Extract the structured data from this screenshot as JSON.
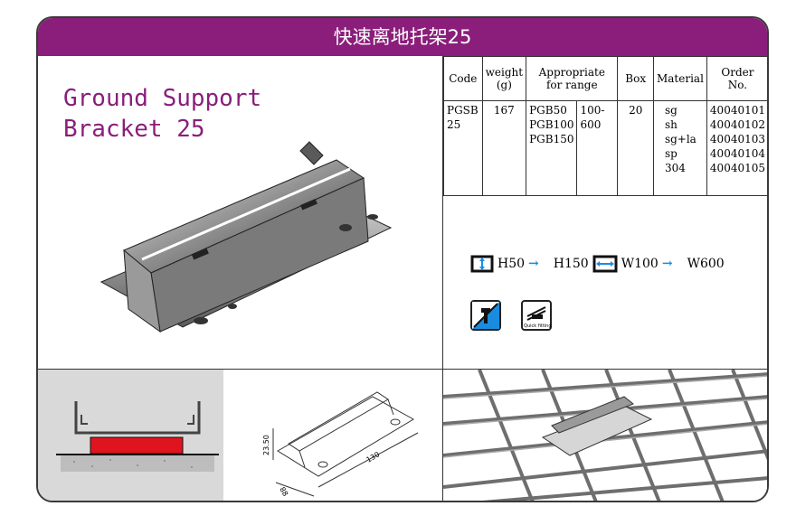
{
  "header": {
    "title": "快速离地托架25"
  },
  "product": {
    "name": "Ground Support\nBracket 25"
  },
  "table": {
    "headers": [
      "Code",
      "weight\n(g)",
      "Appropriate\nfor range",
      "",
      "Box",
      "Material",
      "Order\nNo."
    ],
    "row": {
      "code": "PGSB\n25",
      "weight": "167",
      "range_models": "PGB50\nPGB100\nPGB150",
      "range_widths": "100-600",
      "box": "20",
      "materials": "sg\nsh\nsg+la\nsp\n304",
      "order_numbers": "40040101\n40040102\n40040103\n40040104\n40040105"
    }
  },
  "dimensions": {
    "h_from": "H50",
    "h_to": "H150",
    "w_from": "W100",
    "w_to": "W600"
  },
  "badges": [
    {
      "icon": "no-screw-icon"
    },
    {
      "icon": "quick-fitting-icon",
      "label": "Quick fitting"
    }
  ],
  "drawing": {
    "dim_height": "23.50",
    "dim_length": "130",
    "dim_width": "88"
  },
  "colors": {
    "banner": "#8a1e7a",
    "title": "#8a1e7a",
    "arrow": "#1a8ce0",
    "support": "#e0141e"
  }
}
